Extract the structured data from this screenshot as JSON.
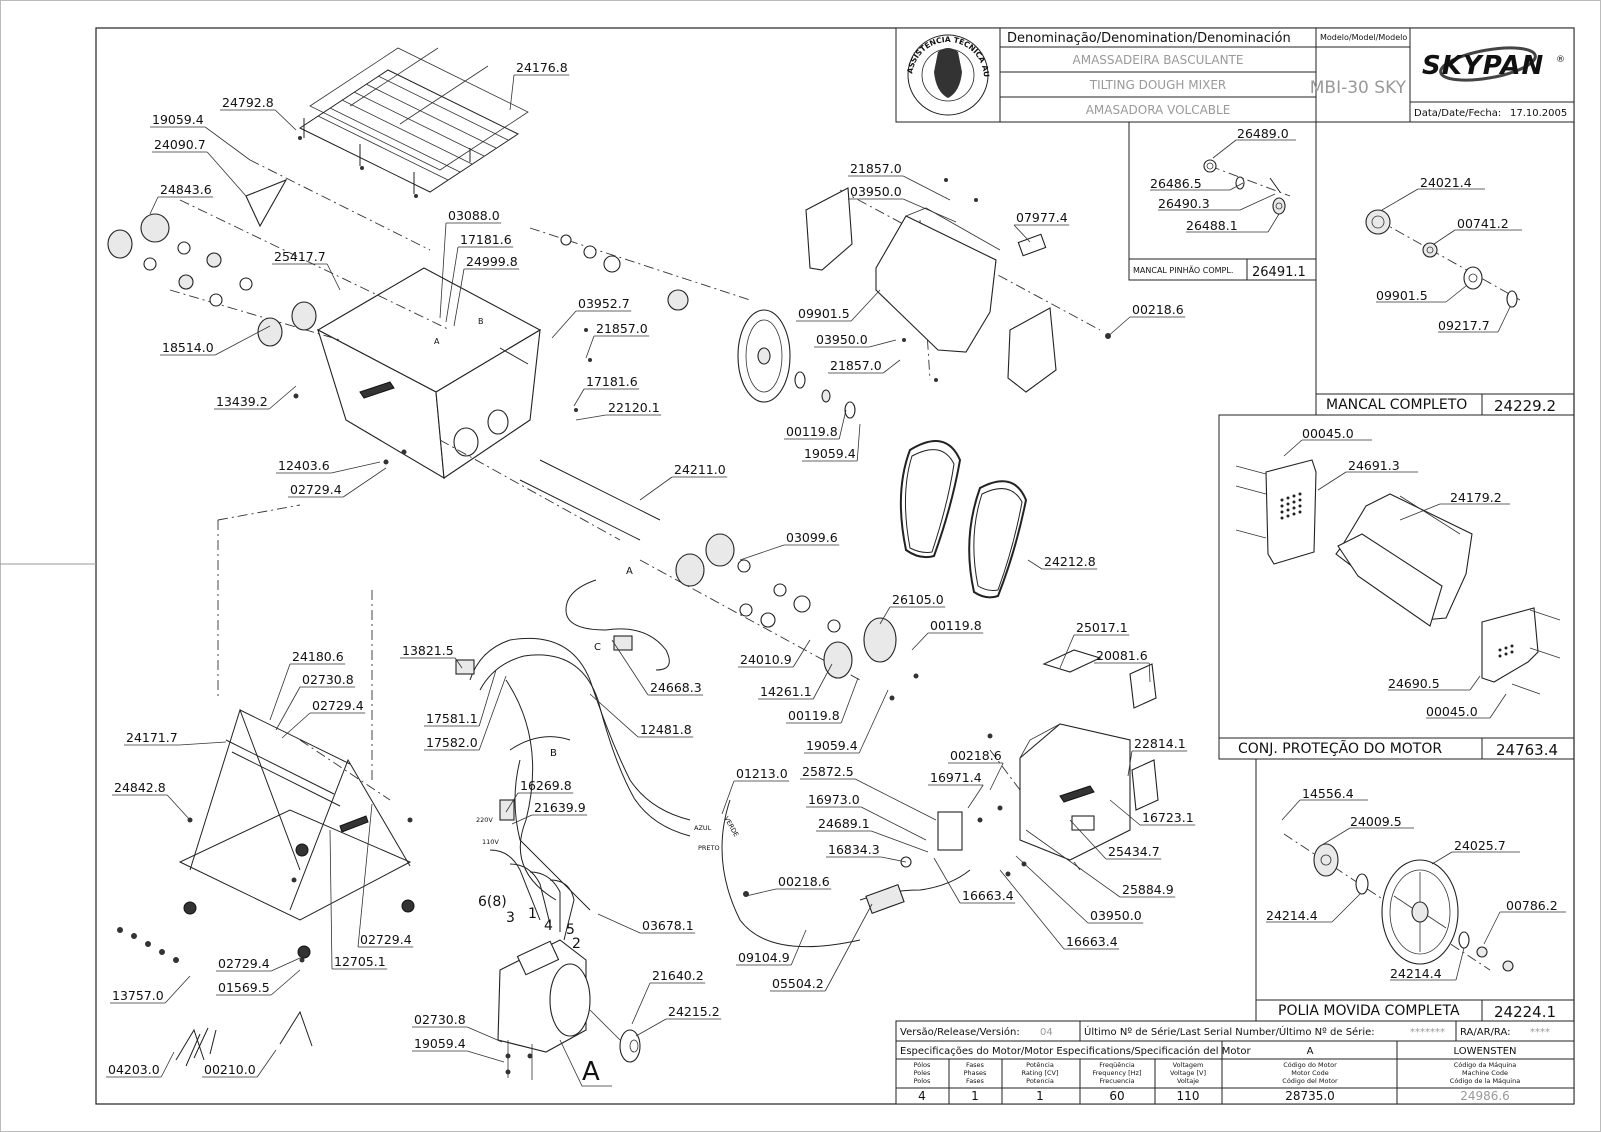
{
  "title_block": {
    "denomination_header": "Denominação/Denomination/Denominación",
    "name_pt": "AMASSADEIRA BASCULANTE",
    "name_en": "TILTING DOUGH MIXER",
    "name_es": "AMASADORA VOLCABLE",
    "model_header": "Modelo/Model/Modelo",
    "model": "MBI-30 SKY",
    "brand": "SKYPAN",
    "date_label": "Data/Date/Fecha:",
    "date": "17.10.2005",
    "seal_text": "ASSISTÊNCIA TÉCNICA AUTORIZADA"
  },
  "bottom_block": {
    "version_label": "Versão/Release/Versión:",
    "version": "04",
    "serial_label": "Último Nº de Série/Last Serial Number/Último Nº de Série:",
    "serial": "*******",
    "ra_label": "RA/AR/RA:",
    "ra": "****",
    "motor_spec_label": "Especificações do Motor/Motor Especifications/Specificación del Motor",
    "motor_letter": "A",
    "motor_brand": "LOWENSTEN",
    "col_poles": [
      "Pólos",
      "Poles",
      "Polos"
    ],
    "col_phases": [
      "Fases",
      "Phases",
      "Fases"
    ],
    "col_power": [
      "Potência",
      "Rating [CV]",
      "Potencia"
    ],
    "col_freq": [
      "Freqüência",
      "Frequency [Hz]",
      "Frecuencia"
    ],
    "col_voltage": [
      "Voltagem",
      "Voltage [V]",
      "Voltaje"
    ],
    "col_motor_code": [
      "Código do Motor",
      "Motor Code",
      "Código del Motor"
    ],
    "col_machine_code": [
      "Código da Máquina",
      "Machine Code",
      "Código de la Máquina"
    ],
    "poles": "4",
    "phases": "1",
    "power": "1",
    "frequency": "60",
    "voltage": "110",
    "motor_code": "28735.0",
    "machine_code": "24986.6"
  },
  "assemblies": {
    "mancal_pinhao": {
      "label": "MANCAL PINHÃO COMPL.",
      "code": "26491.1",
      "parts": [
        "26489.0",
        "26486.5",
        "26490.3",
        "26488.1"
      ]
    },
    "mancal_completo": {
      "label": "MANCAL COMPLETO",
      "code": "24229.2",
      "parts": [
        "24021.4",
        "00741.2",
        "09901.5",
        "09217.7"
      ]
    },
    "protecao_motor": {
      "label": "CONJ. PROTEÇÃO DO MOTOR",
      "code": "24763.4",
      "parts": [
        "00045.0",
        "24691.3",
        "24179.2",
        "24690.5",
        "00045.0"
      ]
    },
    "polia_movida": {
      "label": "POLIA MOVIDA COMPLETA",
      "code": "24224.1",
      "parts": [
        "14556.4",
        "24009.5",
        "24025.7",
        "24214.4",
        "00786.2",
        "24214.4"
      ]
    }
  },
  "part_labels": [
    "24176.8",
    "24792.8",
    "19059.4",
    "24090.7",
    "24843.6",
    "25417.7",
    "18514.0",
    "13439.2",
    "12403.6",
    "02729.4",
    "03088.0",
    "17181.6",
    "24999.8",
    "03952.7",
    "21857.0",
    "17181.6",
    "22120.1",
    "24211.0",
    "03099.6",
    "21857.0",
    "03950.0",
    "07977.4",
    "09901.5",
    "03950.0",
    "21857.0",
    "00218.6",
    "00119.8",
    "19059.4",
    "24212.8",
    "26105.0",
    "00119.8",
    "24010.9",
    "14261.1",
    "00119.8",
    "19059.4",
    "24668.3",
    "13821.5",
    "17581.1",
    "17582.0",
    "12481.8",
    "24180.6",
    "02730.8",
    "02729.4",
    "24171.7",
    "24842.8",
    "12705.1",
    "02729.4",
    "02729.4",
    "01569.5",
    "13757.0",
    "04203.0",
    "00210.0",
    "16269.8",
    "21639.9",
    "01213.0",
    "00218.6",
    "03678.1",
    "09104.9",
    "05504.2",
    "21640.2",
    "24215.2",
    "02730.8",
    "19059.4",
    "25017.1",
    "20081.6",
    "22814.1",
    "00218.6",
    "16971.4",
    "25872.5",
    "16973.0",
    "24689.1",
    "16834.3",
    "16663.4",
    "16723.1",
    "25434.7",
    "25884.9",
    "03950.0",
    "16663.4"
  ],
  "wire_labels": {
    "v220": "220V",
    "v110": "110V",
    "azul": "AZUL",
    "preto": "PRETO",
    "verde": "VERDE",
    "a": "A",
    "b": "B",
    "c": "C",
    "motor": "A"
  },
  "wire_numbers": [
    "6(8)",
    "3",
    "1",
    "4",
    "5",
    "2"
  ]
}
